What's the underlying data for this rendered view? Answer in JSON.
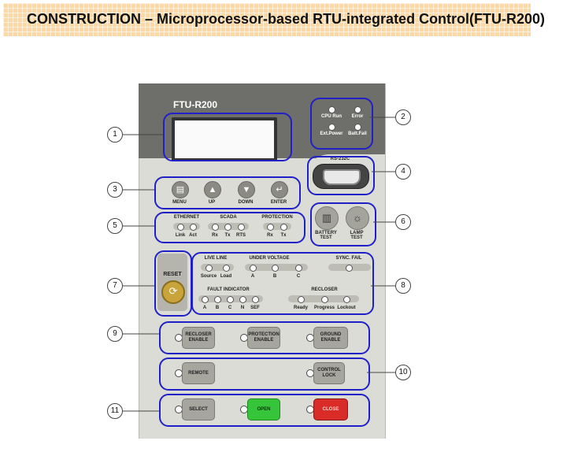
{
  "title": "CONSTRUCTION – Microprocessor-based RTU-integrated Control(FTU-R200)",
  "device": {
    "model": "FTU-R200"
  },
  "status_leds": [
    "CPU Run",
    "Error",
    "Ext.Power",
    "Batt.Fail"
  ],
  "rs232_label": "RS-232C",
  "nav_buttons": [
    {
      "label": "MENU",
      "icon": "menu-icon",
      "glyph": "▤"
    },
    {
      "label": "UP",
      "icon": "arrow-up-icon",
      "glyph": "▲"
    },
    {
      "label": "DOWN",
      "icon": "arrow-down-icon",
      "glyph": "▼"
    },
    {
      "label": "ENTER",
      "icon": "enter-icon",
      "glyph": "↵"
    }
  ],
  "comm": {
    "ethernet": {
      "title": "ETHERNET",
      "leds": [
        "Link",
        "Act"
      ]
    },
    "scada": {
      "title": "SCADA",
      "leds": [
        "Rx",
        "Tx",
        "RTS"
      ]
    },
    "protection": {
      "title": "PROTECTION",
      "leds": [
        "Rx",
        "Tx"
      ]
    }
  },
  "tests": [
    {
      "label": "BATTERY TEST",
      "icon": "battery-icon",
      "glyph": "▥"
    },
    {
      "label": "LAMP TEST",
      "icon": "lamp-icon",
      "glyph": "☼"
    }
  ],
  "reset_label": "RESET",
  "indicators": {
    "live_line": {
      "title": "LIVE LINE",
      "leds": [
        "Source",
        "Load"
      ]
    },
    "under_voltage": {
      "title": "UNDER VOLTAGE",
      "leds": [
        "A",
        "B",
        "C"
      ]
    },
    "sync_fail": {
      "title": "SYNC. FAIL"
    },
    "fault_indicator": {
      "title": "FAULT INDICATOR",
      "leds": [
        "A",
        "B",
        "C",
        "N",
        "SEF"
      ]
    },
    "recloser": {
      "title": "RECLOSER",
      "leds": [
        "Ready",
        "Progress",
        "Lockout"
      ]
    }
  },
  "enable_buttons": [
    "RECLOSER ENABLE",
    "PROTECTION ENABLE",
    "GROUND ENABLE"
  ],
  "remote_buttons": [
    "REMOTE",
    "CONTROL LOCK"
  ],
  "control_buttons": [
    "SELECT",
    "OPEN",
    "CLOSE"
  ],
  "callouts": [
    "1",
    "2",
    "3",
    "4",
    "5",
    "6",
    "7",
    "8",
    "9",
    "10",
    "11"
  ],
  "colors": {
    "highlight": "#2020c8",
    "open": "#36c43a",
    "close": "#d92c28",
    "title_bg": "#fcd9a4"
  }
}
